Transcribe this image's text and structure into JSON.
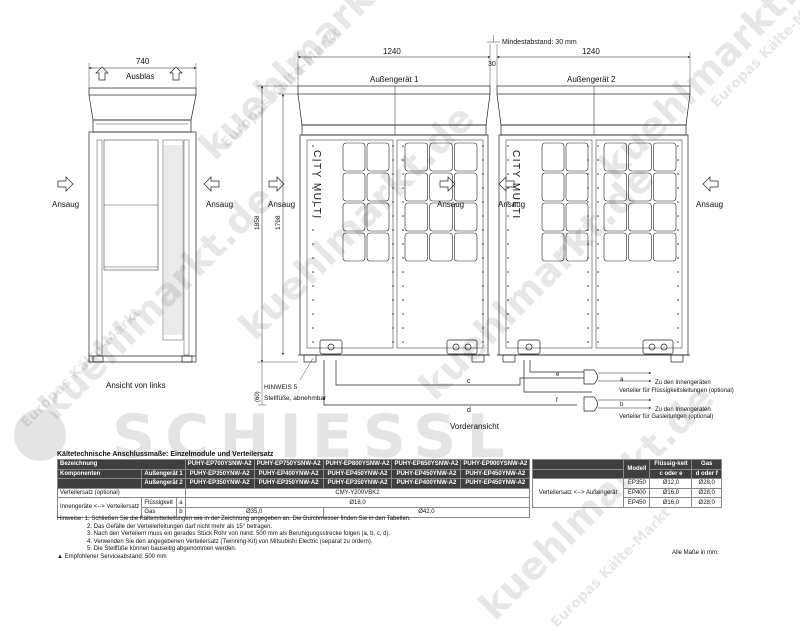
{
  "watermark": {
    "site": "kuehlmarkt.de",
    "tagline": "Europas Kälte-Markt",
    "brand": "SCHIESSL"
  },
  "drawing": {
    "dims": {
      "side_width": "740",
      "unit_width": "1240",
      "gap": "30",
      "min_gap_label": "Mindestabstand: 30 mm",
      "height_total": "1858",
      "height_body": "1798",
      "foot_height": "(60)"
    },
    "labels": {
      "ausblas": "Ausblas",
      "ansaug": "Ansaug",
      "unit1": "Außengerät 1",
      "unit2": "Außengerät 2",
      "brand_on_unit": "CITY MULTI",
      "side_view": "Ansicht von links",
      "front_view": "Vorderansicht",
      "hinweis5": "HINWEIS 5",
      "stellfuesse": "Stellfüße, abnehmbar",
      "to_indoor": "Zu den Innengeräten",
      "liquid": "Verteiler für Flüssigkeitsleitungen (optional)",
      "gas": "Verteiler für Gasleitungen (optional)",
      "a": "a",
      "b": "b",
      "c": "c",
      "d": "d",
      "e": "e",
      "f": "f"
    }
  },
  "section_title": "Kältetechnische Anschlussmaße: Einzelmodule und Verteilersatz",
  "table1": {
    "h_bez": "Bezeichnung",
    "h_komp": "Komponenten",
    "h_ag1": "Außengerät 1",
    "h_ag2": "Außengerät 2",
    "models": [
      "PUHY-EP700YSNW-A2",
      "PUHY-EP750YSNW-A2",
      "PUHY-EP800YSNW-A2",
      "PUHY-EP850YSNW-A2",
      "PUHY-EP900YSNW-A2"
    ],
    "ag1": [
      "PUHY-EP350YNW-A2",
      "PUHY-EP400YNW-A2",
      "PUHY-EP450YNW-A2",
      "PUHY-EP450YNW-A2",
      "PUHY-EP450YNW-A2"
    ],
    "ag2": [
      "PUHY-EP350YNW-A2",
      "PUHY-EP350YNW-A2",
      "PUHY-EP350YNW-A2",
      "PUHY-EP400YNW-A2",
      "PUHY-EP450YNW-A2"
    ],
    "row_vs": "Verteilersatz (optional)",
    "vs_val": "CMY-Y200VBK2",
    "row_inner": "Innengeräte <--> Verteilersatz",
    "fl": "Flüssigkeit",
    "gas": "Gas",
    "a": "a",
    "b": "b",
    "fl_val": "Ø18,0",
    "gas_val1": "Ø35,0",
    "gas_val2": "Ø42,0"
  },
  "table2": {
    "h_modell": "Modell",
    "h_fluess": "Flüssig-keit",
    "h_gas": "Gas",
    "h_ce": "c oder e",
    "h_df": "d oder f",
    "row_label": "Verteilersatz <--> Außengerät",
    "rows": [
      {
        "m": "EP350",
        "f": "Ø12,0",
        "g": "Ø28,0"
      },
      {
        "m": "EP400",
        "f": "Ø16,0",
        "g": "Ø28,0"
      },
      {
        "m": "EP450",
        "f": "Ø16,0",
        "g": "Ø28,0"
      }
    ]
  },
  "notes": {
    "lead": "Hinweise: 1.",
    "n1": "Schließen Sie die Kältemittelleitungen wie in der Zeichnung angegeben an. Die Durchmesser finden Sie in den Tabellen.",
    "n2": "2.  Das Gefälle der Verteilerleitungen darf nicht mehr als 15° betragen.",
    "n3": "3.  Nach den Verteilern muss ein gerades Stück Rohr von mind. 500 mm als Beruhigungsstrecke folgen (a, b, c, d).",
    "n4": "4.  Verwenden Sie den angegebenen Verteilersatz (Twinning-Kit) von Mitsubishi Electric (separat zu ordern).",
    "n5": "5.  Die Stellfüße können bauseitig abgenommen werden.",
    "n6": "▲ Empfohlener Serviceabstand: 500 mm"
  },
  "footer": "Alle Maße in mm."
}
